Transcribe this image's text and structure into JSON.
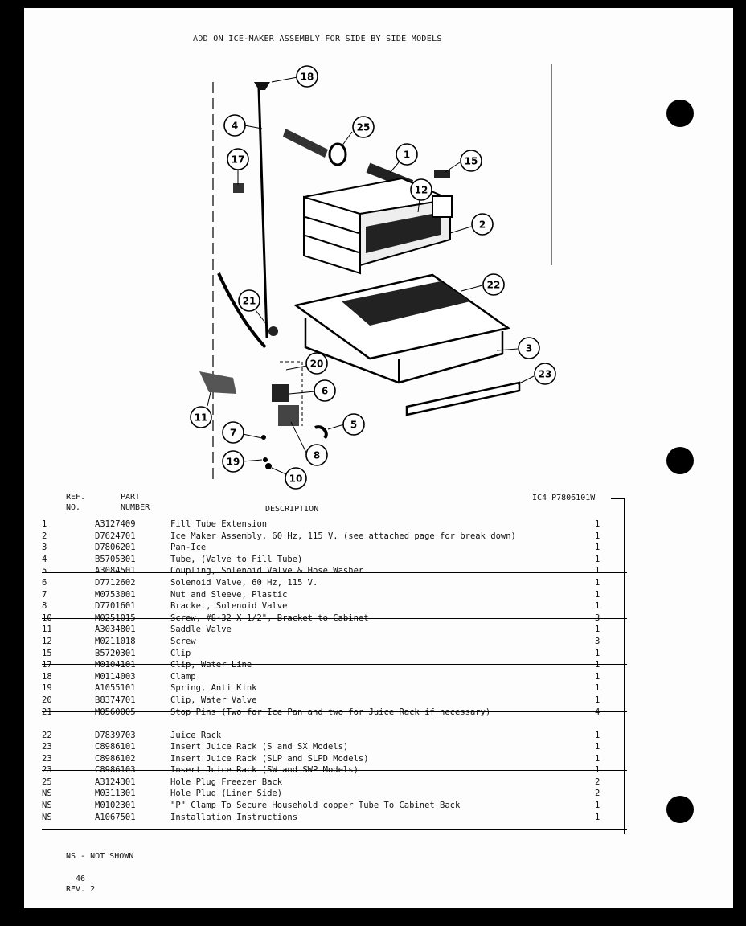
{
  "title": "ADD ON ICE-MAKER ASSEMBLY FOR SIDE BY SIDE MODELS",
  "callouts": [
    "18",
    "4",
    "25",
    "17",
    "1",
    "15",
    "12",
    "2",
    "22",
    "21",
    "3",
    "20",
    "6",
    "23",
    "11",
    "5",
    "7",
    "8",
    "19",
    "10"
  ],
  "headers": {
    "ref_line1": "REF.",
    "ref_line2": "NO.",
    "part_line1": "PART",
    "part_line2": "NUMBER",
    "description": "DESCRIPTION",
    "model_code": "IC4 P7806101W"
  },
  "parts": [
    {
      "ref": "1",
      "part": "A3127409",
      "desc": "Fill Tube Extension",
      "qty": "1"
    },
    {
      "ref": "2",
      "part": "D7624701",
      "desc": "Ice Maker Assembly, 60 Hz, 115 V. (see attached page for break down)",
      "qty": "1"
    },
    {
      "ref": "3",
      "part": "D7806201",
      "desc": "Pan-Ice",
      "qty": "1"
    },
    {
      "ref": "4",
      "part": "B5705301",
      "desc": "Tube, (Valve to Fill Tube)",
      "qty": "1"
    },
    {
      "ref": "5",
      "part": "A3084501",
      "desc": "Coupling, Solenoid Valve & Hose Washer",
      "qty": "1"
    },
    {
      "ref": "6",
      "part": "D7712602",
      "desc": "Solenoid Valve, 60 Hz, 115 V.",
      "qty": "1"
    },
    {
      "ref": "7",
      "part": "M0753001",
      "desc": "Nut and Sleeve, Plastic",
      "qty": "1"
    },
    {
      "ref": "8",
      "part": "D7701601",
      "desc": "Bracket, Solenoid Valve",
      "qty": "1"
    },
    {
      "ref": "10",
      "part": "M0251015",
      "desc": "Screw, #8-32 X 1/2\", Bracket to Cabinet",
      "qty": "3"
    },
    {
      "ref": "11",
      "part": "A3034801",
      "desc": "Saddle Valve",
      "qty": "1"
    },
    {
      "ref": "12",
      "part": "M0211018",
      "desc": "Screw",
      "qty": "3"
    },
    {
      "ref": "15",
      "part": "B5720301",
      "desc": "Clip",
      "qty": "1"
    },
    {
      "ref": "17",
      "part": "M0104101",
      "desc": "Clip, Water Line",
      "qty": "1"
    },
    {
      "ref": "18",
      "part": "M0114003",
      "desc": "Clamp",
      "qty": "1"
    },
    {
      "ref": "19",
      "part": "A1055101",
      "desc": "Spring, Anti Kink",
      "qty": "1"
    },
    {
      "ref": "20",
      "part": "B8374701",
      "desc": "Clip, Water Valve",
      "qty": "1"
    },
    {
      "ref": "21",
      "part": "M0560005",
      "desc": "Stop Pins (Two for Ice Pan and two for Juice Rack if necessary)",
      "qty": "4"
    },
    {
      "ref": "22",
      "part": "D7839703",
      "desc": "Juice Rack",
      "qty": "1"
    },
    {
      "ref": "23",
      "part": "C8986101",
      "desc": "Insert Juice Rack (S and SX Models)",
      "qty": "1"
    },
    {
      "ref": "23",
      "part": "C8986102",
      "desc": "Insert Juice Rack (SLP and SLPD Models)",
      "qty": "1"
    },
    {
      "ref": "23",
      "part": "C8986103",
      "desc": "Insert Juice Rack (SW and SWP Models)",
      "qty": "1"
    },
    {
      "ref": "25",
      "part": "A3124301",
      "desc": "Hole Plug Freezer Back",
      "qty": "2"
    },
    {
      "ref": "NS",
      "part": "M0311301",
      "desc": "Hole Plug (Liner Side)",
      "qty": "2"
    },
    {
      "ref": "NS",
      "part": "M0102301",
      "desc": "\"P\" Clamp To Secure Household copper Tube To Cabinet Back",
      "qty": "1"
    },
    {
      "ref": "NS",
      "part": "A1067501",
      "desc": "Installation Instructions",
      "qty": "1"
    }
  ],
  "footer": {
    "note": "NS - NOT SHOWN",
    "page": "46",
    "rev_label": "REV.",
    "rev_num": "2"
  }
}
